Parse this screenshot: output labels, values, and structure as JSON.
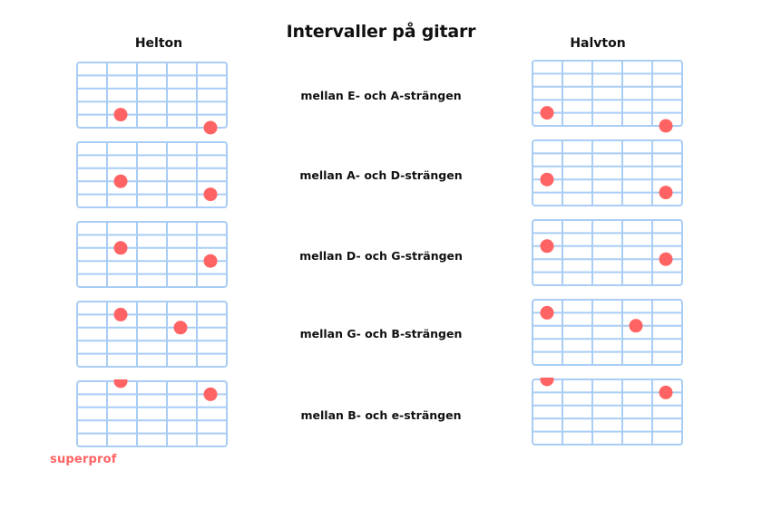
{
  "title": "Intervaller på gitarr",
  "columns": {
    "left": "Helton",
    "right": "Halvton"
  },
  "rows": [
    {
      "label": "mellan E- och A-strängen",
      "left_dots": [
        [
          1,
          4
        ],
        [
          4,
          5
        ]
      ],
      "right_dots": [
        [
          0,
          4
        ],
        [
          4,
          5
        ]
      ]
    },
    {
      "label": "mellan A- och D-strängen",
      "left_dots": [
        [
          1,
          3
        ],
        [
          4,
          4
        ]
      ],
      "right_dots": [
        [
          0,
          3
        ],
        [
          4,
          4
        ]
      ]
    },
    {
      "label": "mellan D- och G-strängen",
      "left_dots": [
        [
          1,
          2
        ],
        [
          4,
          3
        ]
      ],
      "right_dots": [
        [
          0,
          2
        ],
        [
          4,
          3
        ]
      ]
    },
    {
      "label": "mellan G- och B-strängen",
      "left_dots": [
        [
          1,
          1
        ],
        [
          3,
          2
        ]
      ],
      "right_dots": [
        [
          0,
          1
        ],
        [
          3,
          2
        ]
      ]
    },
    {
      "label": "mellan B- och e-strängen",
      "left_dots": [
        [
          1,
          0
        ],
        [
          4,
          1
        ]
      ],
      "right_dots": [
        [
          0,
          0
        ],
        [
          4,
          1
        ]
      ]
    }
  ],
  "logo": "superprof",
  "colors": {
    "grid": "#a9cdf5",
    "dot": "#ff6363",
    "logo": "#ff6363"
  }
}
